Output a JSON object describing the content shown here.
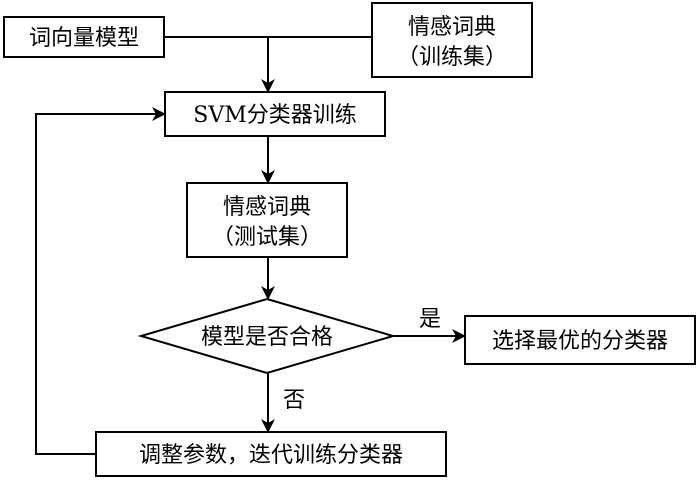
{
  "nodes": {
    "word_vector_model": "词向量模型",
    "sentiment_dict_train_line1": "情感词典",
    "sentiment_dict_train_line2": "（训练集）",
    "svm_training": "SVM分类器训练",
    "sentiment_dict_test_line1": "情感词典",
    "sentiment_dict_test_line2": "（测试集）",
    "model_qualified": "模型是否合格",
    "select_best": "选择最优的分类器",
    "adjust_params": "调整参数，迭代训练分类器"
  },
  "edges": {
    "yes_label": "是",
    "no_label": "否"
  }
}
